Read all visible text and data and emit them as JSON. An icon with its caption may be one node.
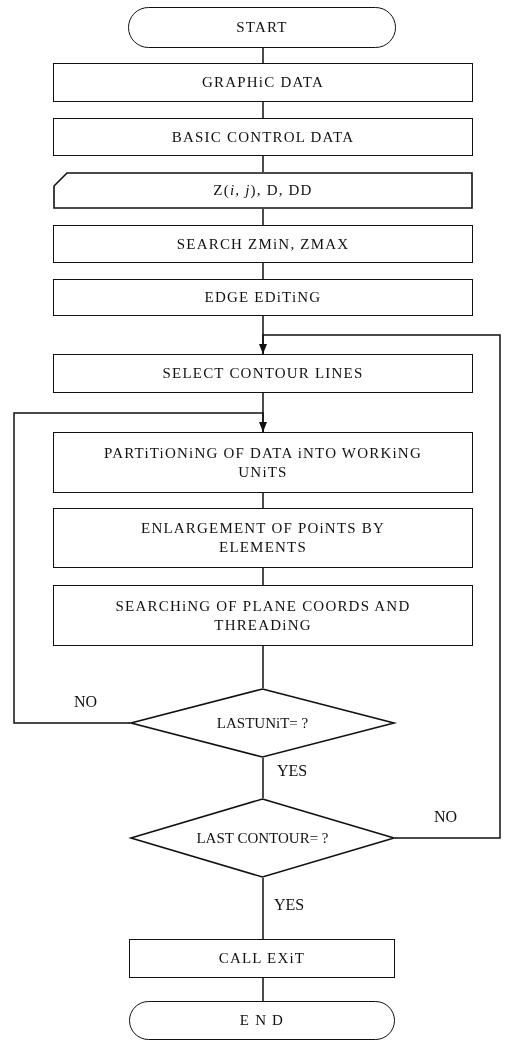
{
  "diagram": {
    "nodes": [
      {
        "text": [
          "START"
        ]
      },
      {
        "text": [
          "GRAPHiC DATA"
        ]
      },
      {
        "text": [
          "BASIC CONTROL DATA"
        ]
      },
      {
        "text": [
          "Z(*i, j*), D, DD"
        ]
      },
      {
        "text": [
          "SEARCH ZMiN, ZMAX"
        ]
      },
      {
        "text": [
          "EDGE EDiTiNG"
        ]
      },
      {
        "text": [
          "SELECT CONTOUR LINES"
        ]
      },
      {
        "text": [
          "PARTiTiONiNG OF DATA iNTO WORKiNG UNiTS"
        ]
      },
      {
        "text": [
          "ENLARGEMENT OF POiNTS BY ELEMENTS"
        ]
      },
      {
        "text": [
          "SEARCHiNG OF PLANE COORDS AND THREADiNG"
        ]
      },
      {
        "text": [
          "LASTUNiT= ?"
        ]
      },
      {
        "text": [
          "LAST CONTOUR= ?"
        ]
      },
      {
        "text": [
          "CALL EXiT"
        ]
      },
      {
        "text": [
          "E N D"
        ]
      }
    ],
    "edges": [
      {
        "from": 0,
        "to": 1,
        "arrow": "none"
      },
      {
        "from": 1,
        "to": 2,
        "arrow": "none"
      },
      {
        "from": 2,
        "to": 3,
        "arrow": "none"
      },
      {
        "from": 3,
        "to": 4,
        "arrow": "none"
      },
      {
        "from": 4,
        "to": 5,
        "arrow": "none"
      },
      {
        "from": 5,
        "to": 6,
        "arrow": "none"
      },
      {
        "from": 6,
        "to": 7,
        "arrow": "none"
      },
      {
        "from": 7,
        "to": 8,
        "arrow": "none"
      },
      {
        "from": 8,
        "to": 9,
        "arrow": "none"
      },
      {
        "from": 9,
        "to": 10,
        "arrow": "none"
      },
      {
        "from": 10,
        "to": 7,
        "label": "NO",
        "arrow": "to"
      },
      {
        "from": 10,
        "to": 11,
        "label": "YES",
        "arrow": "none"
      },
      {
        "from": 11,
        "to": 6,
        "label": "NO",
        "arrow": "to"
      },
      {
        "from": 11,
        "to": 12,
        "label": "YES",
        "arrow": "none"
      },
      {
        "from": 12,
        "to": 13,
        "arrow": "none"
      }
    ]
  }
}
